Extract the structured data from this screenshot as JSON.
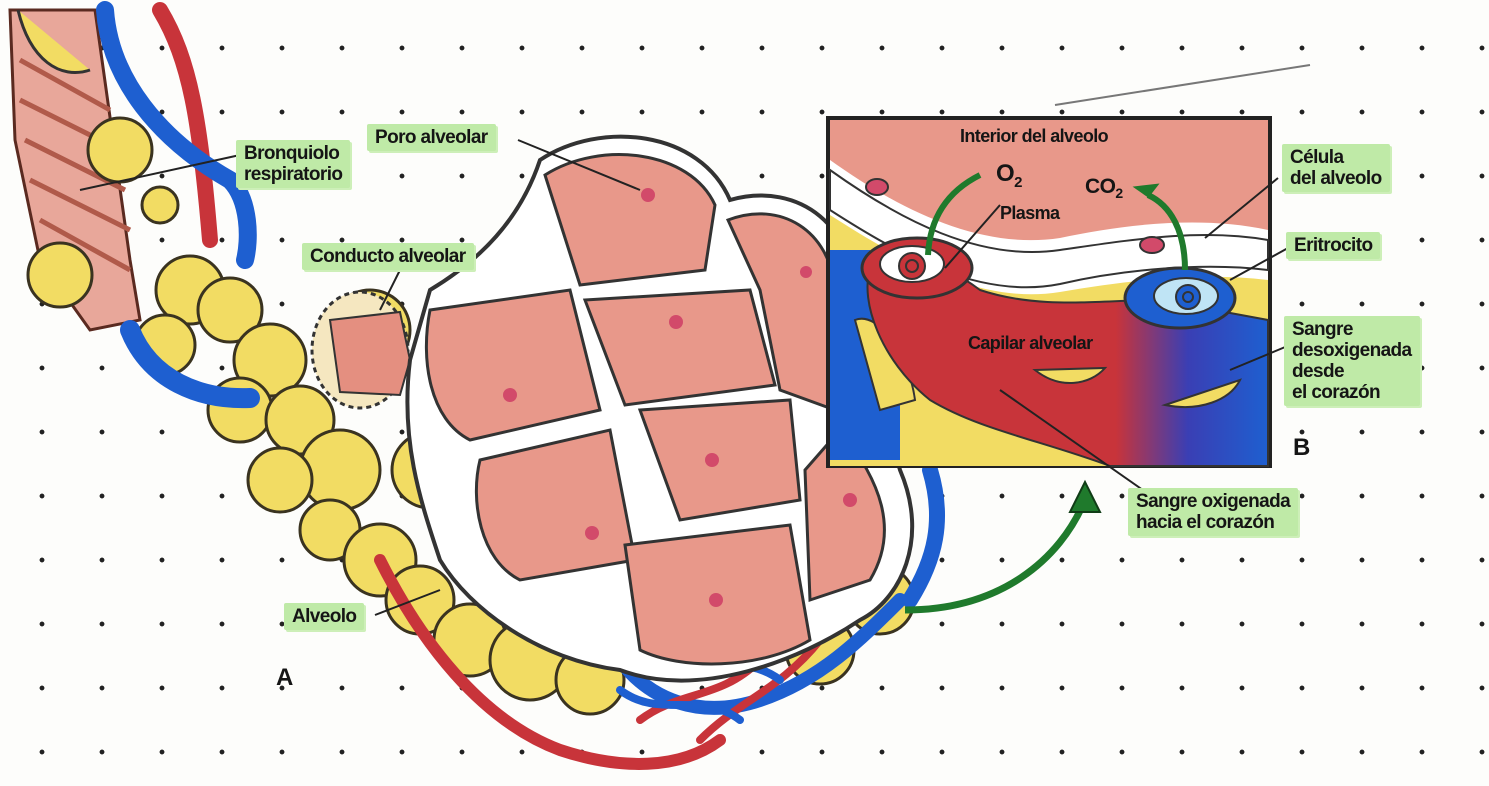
{
  "labels": {
    "bronquiolo": [
      "Bronquiolo",
      "respiratorio"
    ],
    "poro": "Poro alveolar",
    "conducto": "Conducto alveolar",
    "alveolo": "Alveolo",
    "interior": "Interior del alveolo",
    "o2": "O",
    "o2_sub": "2",
    "co2": "CO",
    "co2_sub": "2",
    "plasma": "Plasma",
    "capilar": "Capilar alveolar",
    "celula": [
      "Célula",
      "del alveolo"
    ],
    "eritrocito": "Eritrocito",
    "desoxigenada": [
      "Sangre",
      "desoxigenada",
      "desde",
      "el corazón"
    ],
    "oxigenada": [
      "Sangre oxigenada",
      "hacia el corazón"
    ]
  },
  "panel_letters": {
    "a": "A",
    "b": "B"
  },
  "colors": {
    "alveolus_yellow": "#f2dc63",
    "alveolus_pink": "#e8988a",
    "vein_blue": "#1e5fd0",
    "artery_red": "#c8343a",
    "highlight_green": "#bfeaa7",
    "arrow_green": "#1f7a2c"
  }
}
